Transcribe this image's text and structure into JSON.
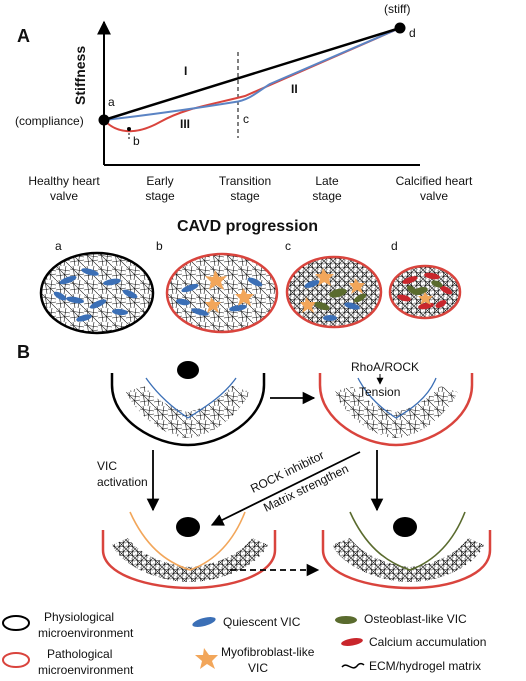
{
  "panel_a": {
    "letter": "A",
    "y_axis_label": "Stiffness",
    "stiff_label": "(stiff)",
    "compliance_label": "(compliance)",
    "point_labels": {
      "a": "a",
      "b": "b",
      "c": "c",
      "d": "d"
    },
    "curve_labels": {
      "I": "I",
      "II": "II",
      "III": "III"
    },
    "stages": [
      [
        "Healthy heart",
        "valve"
      ],
      [
        "Early",
        "stage"
      ],
      [
        "Transition",
        "stage"
      ],
      [
        "Late",
        "stage"
      ],
      [
        "Calcified heart",
        "valve"
      ]
    ],
    "progression_title": "CAVD progression",
    "ellipse_labels": [
      "a",
      "b",
      "c",
      "d"
    ],
    "colors": {
      "linear": "#000000",
      "red": "#d9443d",
      "blue": "#5b84c4"
    }
  },
  "panel_b": {
    "letter": "B",
    "rho_label": "RhoA/ROCK",
    "tension_label": "Tension",
    "vic_activation": [
      "VIC",
      "activation"
    ],
    "rock_inhibitor": "ROCK inhibitor",
    "matrix_strengthen": "Matrix strengthen"
  },
  "legend": {
    "physio": [
      "Physiological",
      "microenvironment"
    ],
    "patho": [
      "Pathological",
      "microenvironment"
    ],
    "quiescent": "Quiescent VIC",
    "myofibro": [
      "Myofibroblast-like",
      "VIC"
    ],
    "osteo": "Osteoblast-like VIC",
    "calcium": "Calcium accumulation",
    "ecm": "ECM/hydrogel matrix",
    "colors": {
      "quiescent": "#3b6fb6",
      "myofibro": "#f2a65a",
      "osteo": "#5a6b2e",
      "calcium": "#c9262c",
      "physio": "#000000",
      "patho": "#d9443d"
    }
  }
}
